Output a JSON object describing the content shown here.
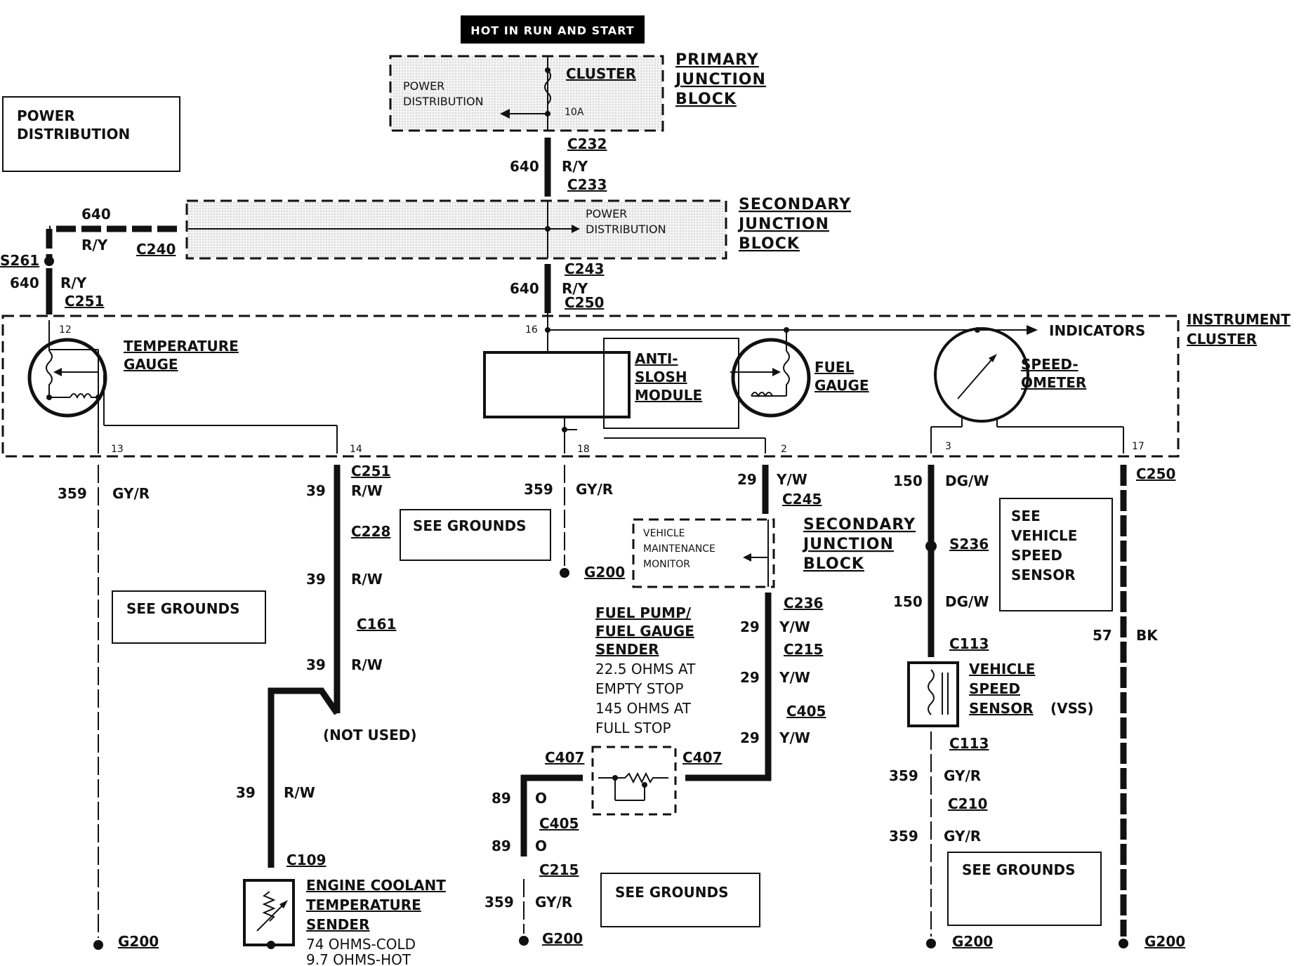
{
  "banner": {
    "hot_in_run_and_start": "HOT IN RUN AND START"
  },
  "power_distribution_box": [
    "POWER",
    "DISTRIBUTION"
  ],
  "primary_junction_block": {
    "title": [
      "PRIMARY",
      "JUNCTION",
      "BLOCK"
    ],
    "inner": [
      "POWER",
      "DISTRIBUTION"
    ],
    "cluster_label": "CLUSTER",
    "fuse": "10A"
  },
  "secondary_junction_block_top": {
    "title": [
      "SECONDARY",
      "JUNCTION",
      "BLOCK"
    ],
    "inner": [
      "POWER",
      "DISTRIBUTION"
    ]
  },
  "instrument_cluster": {
    "title": [
      "INSTRUMENT",
      "CLUSTER"
    ],
    "indicators": "INDICATORS",
    "temperature_gauge": [
      "TEMPERATURE",
      "GAUGE"
    ],
    "anti_slosh_module": [
      "ANTI-",
      "SLOSH",
      "MODULE"
    ],
    "fuel_gauge": [
      "FUEL",
      "GAUGE"
    ],
    "speedometer": [
      "SPEED-",
      "OMETER"
    ],
    "pins": {
      "p12": "12",
      "p16": "16",
      "p13": "13",
      "p14": "14",
      "p18": "18",
      "p2": "2",
      "p3": "3",
      "p17": "17"
    }
  },
  "secondary_junction_block_mid": {
    "title": [
      "SECONDARY",
      "JUNCTION",
      "BLOCK"
    ],
    "inner": [
      "VEHICLE",
      "MAINTENANCE",
      "MONITOR"
    ]
  },
  "connectors": {
    "c232": "C232",
    "c233": "C233",
    "c240": "C240",
    "c243": "C243",
    "c250": "C250",
    "c251": "C251",
    "c251b": "C251",
    "s261": "S261",
    "c228": "C228",
    "c161": "C161",
    "c109": "C109",
    "c245": "C245",
    "c236": "C236",
    "c215": "C215",
    "c405": "C405",
    "c407l": "C407",
    "c407r": "C407",
    "c405b": "C405",
    "c215b": "C215",
    "s236": "S236",
    "c113a": "C113",
    "c113b": "C113",
    "c210": "C210",
    "c250b": "C250"
  },
  "wires": {
    "w640a": "640",
    "ry_a": "R/Y",
    "w640b": "640",
    "ry_b": "R/Y",
    "w640c": "640",
    "ry_c": "R/Y",
    "w640d": "640",
    "ry_d": "R/Y",
    "w359a": "359",
    "gyr_a": "GY/R",
    "w39a": "39",
    "rw_a": "R/W",
    "w39b": "39",
    "rw_b": "R/W",
    "w39c": "39",
    "rw_c": "R/W",
    "w39d": "39",
    "rw_d": "R/W",
    "w359b": "359",
    "gyr_b": "GY/R",
    "w29a": "29",
    "yw_a": "Y/W",
    "w29b": "29",
    "yw_b": "Y/W",
    "w29c": "29",
    "yw_c": "Y/W",
    "w29d": "29",
    "yw_d": "Y/W",
    "w89a": "89",
    "o_a": "O",
    "w89b": "89",
    "o_b": "O",
    "w359c": "359",
    "gyr_c": "GY/R",
    "w150a": "150",
    "dgw_a": "DG/W",
    "w150b": "150",
    "dgw_b": "DG/W",
    "w359d": "359",
    "gyr_d": "GY/R",
    "w359e": "359",
    "gyr_e": "GY/R",
    "w57": "57",
    "bk": "BK"
  },
  "grounds": {
    "g1": "G200",
    "g2": "G200",
    "g3": "G200",
    "g4": "G200",
    "g5": "G200"
  },
  "see_grounds": {
    "a": "SEE GROUNDS",
    "b": "SEE GROUNDS",
    "c": "SEE GROUNDS",
    "d": "SEE GROUNDS"
  },
  "see_vss": [
    "SEE",
    "VEHICLE",
    "SPEED",
    "SENSOR"
  ],
  "not_used": "(NOT USED)",
  "ect_sender": {
    "title": [
      "ENGINE COOLANT",
      "TEMPERATURE",
      "SENDER"
    ],
    "spec": [
      "74 OHMS-COLD",
      "9.7 OHMS-HOT"
    ]
  },
  "fuel_pump_sender": {
    "title": [
      "FUEL PUMP/",
      "FUEL GAUGE",
      "SENDER"
    ],
    "spec": [
      "22.5 OHMS AT",
      "EMPTY  STOP",
      "145 OHMS AT",
      "FULL STOP"
    ]
  },
  "vss": {
    "title": [
      "VEHICLE",
      "SPEED"
    ],
    "line3": "SENSOR",
    "suffix": "(VSS)"
  }
}
